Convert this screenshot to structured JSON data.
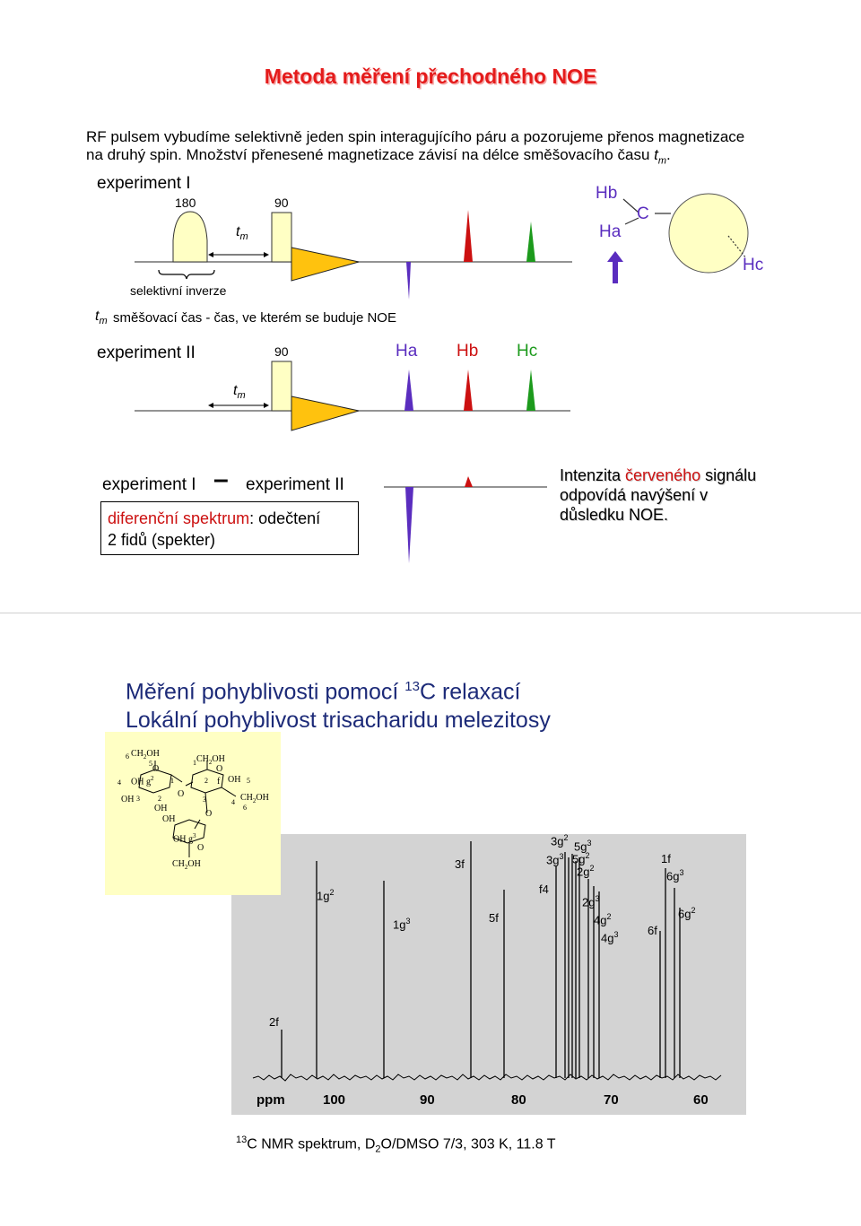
{
  "slide1": {
    "title": "Metoda měření přechodného NOE",
    "intro_line1": "RF pulsem vybudíme selektivně jeden spin interagujícího páru a pozorujeme přenos magnetizace",
    "intro_line2": "na druhý spin. Množství přenesené magnetizace závisí na délce směšovacího času",
    "tm_t": "t",
    "tm_m": "m",
    "period": ".",
    "exp1_label": "experiment I",
    "pulse180": "180",
    "pulse90": "90",
    "selective_inversion": "selektivní inverze",
    "mixing_desc": "směšovací čas - čas, ve kterém se buduje NOE",
    "spin_hb": "Hb",
    "spin_ha": "Ha",
    "spin_c": "C",
    "spin_hc": "Hc",
    "exp2_label": "experiment II",
    "peak_ha": "Ha",
    "peak_hb": "Hb",
    "peak_hc": "Hc",
    "diff_exp1": "experiment I",
    "diff_minus": "–",
    "diff_exp2": "experiment II",
    "diff_text_red": "diferenční spektrum",
    "diff_text_rest": ": odečtení",
    "diff_text_line2": "2 fidů (spekter)",
    "intensity_1": "Intenzita ",
    "intensity_red": "červeného",
    "intensity_2": " signálu",
    "intensity_3": "odpovídá navýšení v",
    "intensity_4": "důsledku NOE.",
    "colors": {
      "title": "#e41b1b",
      "purple": "#5a2dbf",
      "red": "#cc1010",
      "green": "#1c9a1c",
      "pulse": "#ffffc4",
      "fid": "#ffc20e",
      "slide2_title": "#1c2a78"
    }
  },
  "slide2": {
    "title1_a": "Měření pohyblivosti pomocí ",
    "title1_sup": "13",
    "title1_b": "C relaxací",
    "title2": "Lokální pohyblivost trisacharidu melezitosy",
    "axis": {
      "ppm": "ppm",
      "t100": "100",
      "t90": "90",
      "t80": "80",
      "t70": "70",
      "t60": "60"
    },
    "peaks": {
      "p1g2_a": "1g",
      "p1g2_b": "2",
      "p1g3_a": "1g",
      "p1g3_b": "3",
      "p3f": "3f",
      "p5f": "5f",
      "pf4": "f4",
      "p3g2_a": "3g",
      "p3g2_b": "2",
      "p5g3_a": "5g",
      "p5g3_b": "3",
      "p3g3_a": "3g",
      "p3g3_b": "3",
      "p5g2_a": "5g",
      "p5g2_b": "2",
      "p2g2_a": "2g",
      "p2g2_b": "2",
      "p2g3_a": "2g",
      "p2g3_b": "3",
      "p4g2_a": "4g",
      "p4g2_b": "2",
      "p4g3_a": "4g",
      "p4g3_b": "3",
      "p1f": "1f",
      "p6g3_a": "6g",
      "p6g3_b": "3",
      "p6g2_a": "6g",
      "p6g2_b": "2",
      "p6f": "6f",
      "p2f": "2f"
    },
    "caption_sup": "13",
    "caption_a": "C NMR spektrum, D",
    "caption_sub": "2",
    "caption_b": "O/DMSO 7/3, 303 K, 11.8 T",
    "mol": {
      "ch2oh": "CH",
      "sub2": "2",
      "oh": "OH",
      "o": "O",
      "n1": "1",
      "n2": "2",
      "n3": "3",
      "n4": "4",
      "n5": "5",
      "n6": "6",
      "f": "f",
      "g": "g"
    }
  }
}
